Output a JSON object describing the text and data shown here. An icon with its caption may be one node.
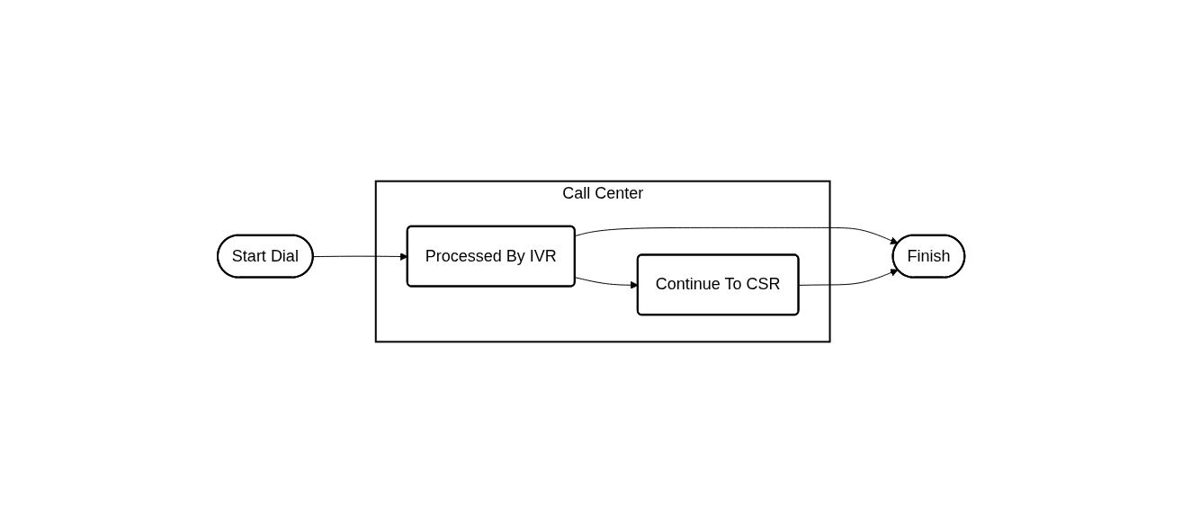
{
  "diagram": {
    "nodes": [
      {
        "text": [
          "Start Dial"
        ]
      },
      {
        "text": [
          "Call Center"
        ]
      },
      {
        "text": [
          "Processed By IVR"
        ],
        "in": 1
      },
      {
        "text": [
          "Continue To CSR"
        ],
        "in": 1
      },
      {
        "text": [
          "Finish"
        ]
      }
    ],
    "edges": [
      {
        "from": 0,
        "to": 2,
        "arrow": "to"
      },
      {
        "from": 2,
        "to": 3,
        "arrow": "to"
      },
      {
        "from": 2,
        "to": 4,
        "arrow": "to"
      },
      {
        "from": 3,
        "to": 4,
        "arrow": "to"
      }
    ]
  }
}
